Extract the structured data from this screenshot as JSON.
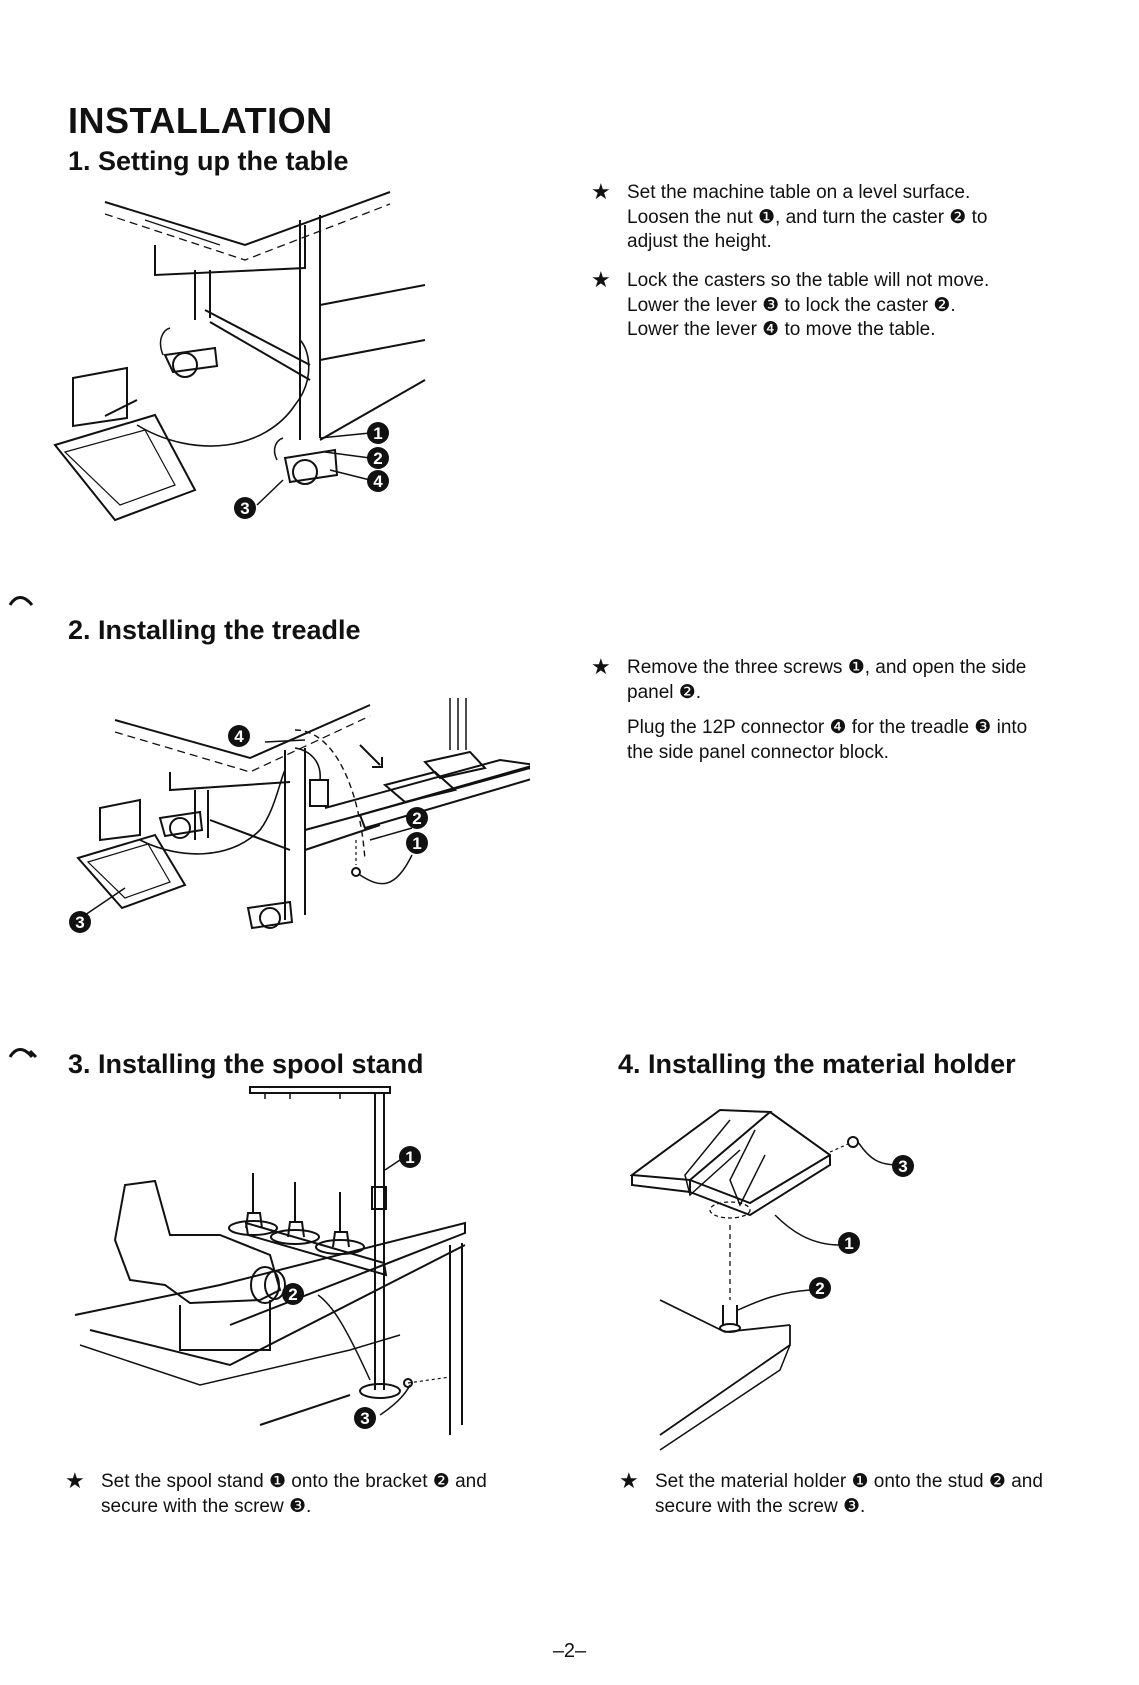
{
  "page": {
    "title": "INSTALLATION",
    "page_number": "–2–"
  },
  "sections": [
    {
      "heading": "1. Setting up the table",
      "notes": [
        [
          "Set the machine table on a level surface.",
          "Loosen the nut ❶, and turn the caster ❷ to",
          "adjust the height."
        ],
        [
          "Lock the casters so the table will not move.",
          "Lower the lever ❸ to lock the caster ❷.",
          "Lower the lever ❹ to move the table."
        ]
      ],
      "callouts": [
        "1",
        "2",
        "4",
        "3"
      ]
    },
    {
      "heading": "2. Installing the treadle",
      "notes": [
        [
          "Remove the three screws ❶, and open the side",
          "panel ❷."
        ],
        [
          "Plug the 12P connector ❹ for the treadle ❸ into",
          "the side panel connector block."
        ]
      ],
      "callouts": [
        "4",
        "2",
        "1",
        "3"
      ]
    },
    {
      "heading": "3. Installing the spool stand",
      "notes": [
        [
          "Set the spool stand ❶ onto the bracket ❷ and",
          "secure with the screw ❸."
        ]
      ],
      "callouts": [
        "1",
        "2",
        "3"
      ]
    },
    {
      "heading": "4. Installing the material holder",
      "notes": [
        [
          "Set the material holder ❶ onto the stud ❷ and",
          "secure with the screw ❸."
        ]
      ],
      "callouts": [
        "3",
        "1",
        "2"
      ]
    }
  ],
  "icons": {
    "bullet": "star-icon",
    "margin_mark": "margin-arrow-mark"
  }
}
